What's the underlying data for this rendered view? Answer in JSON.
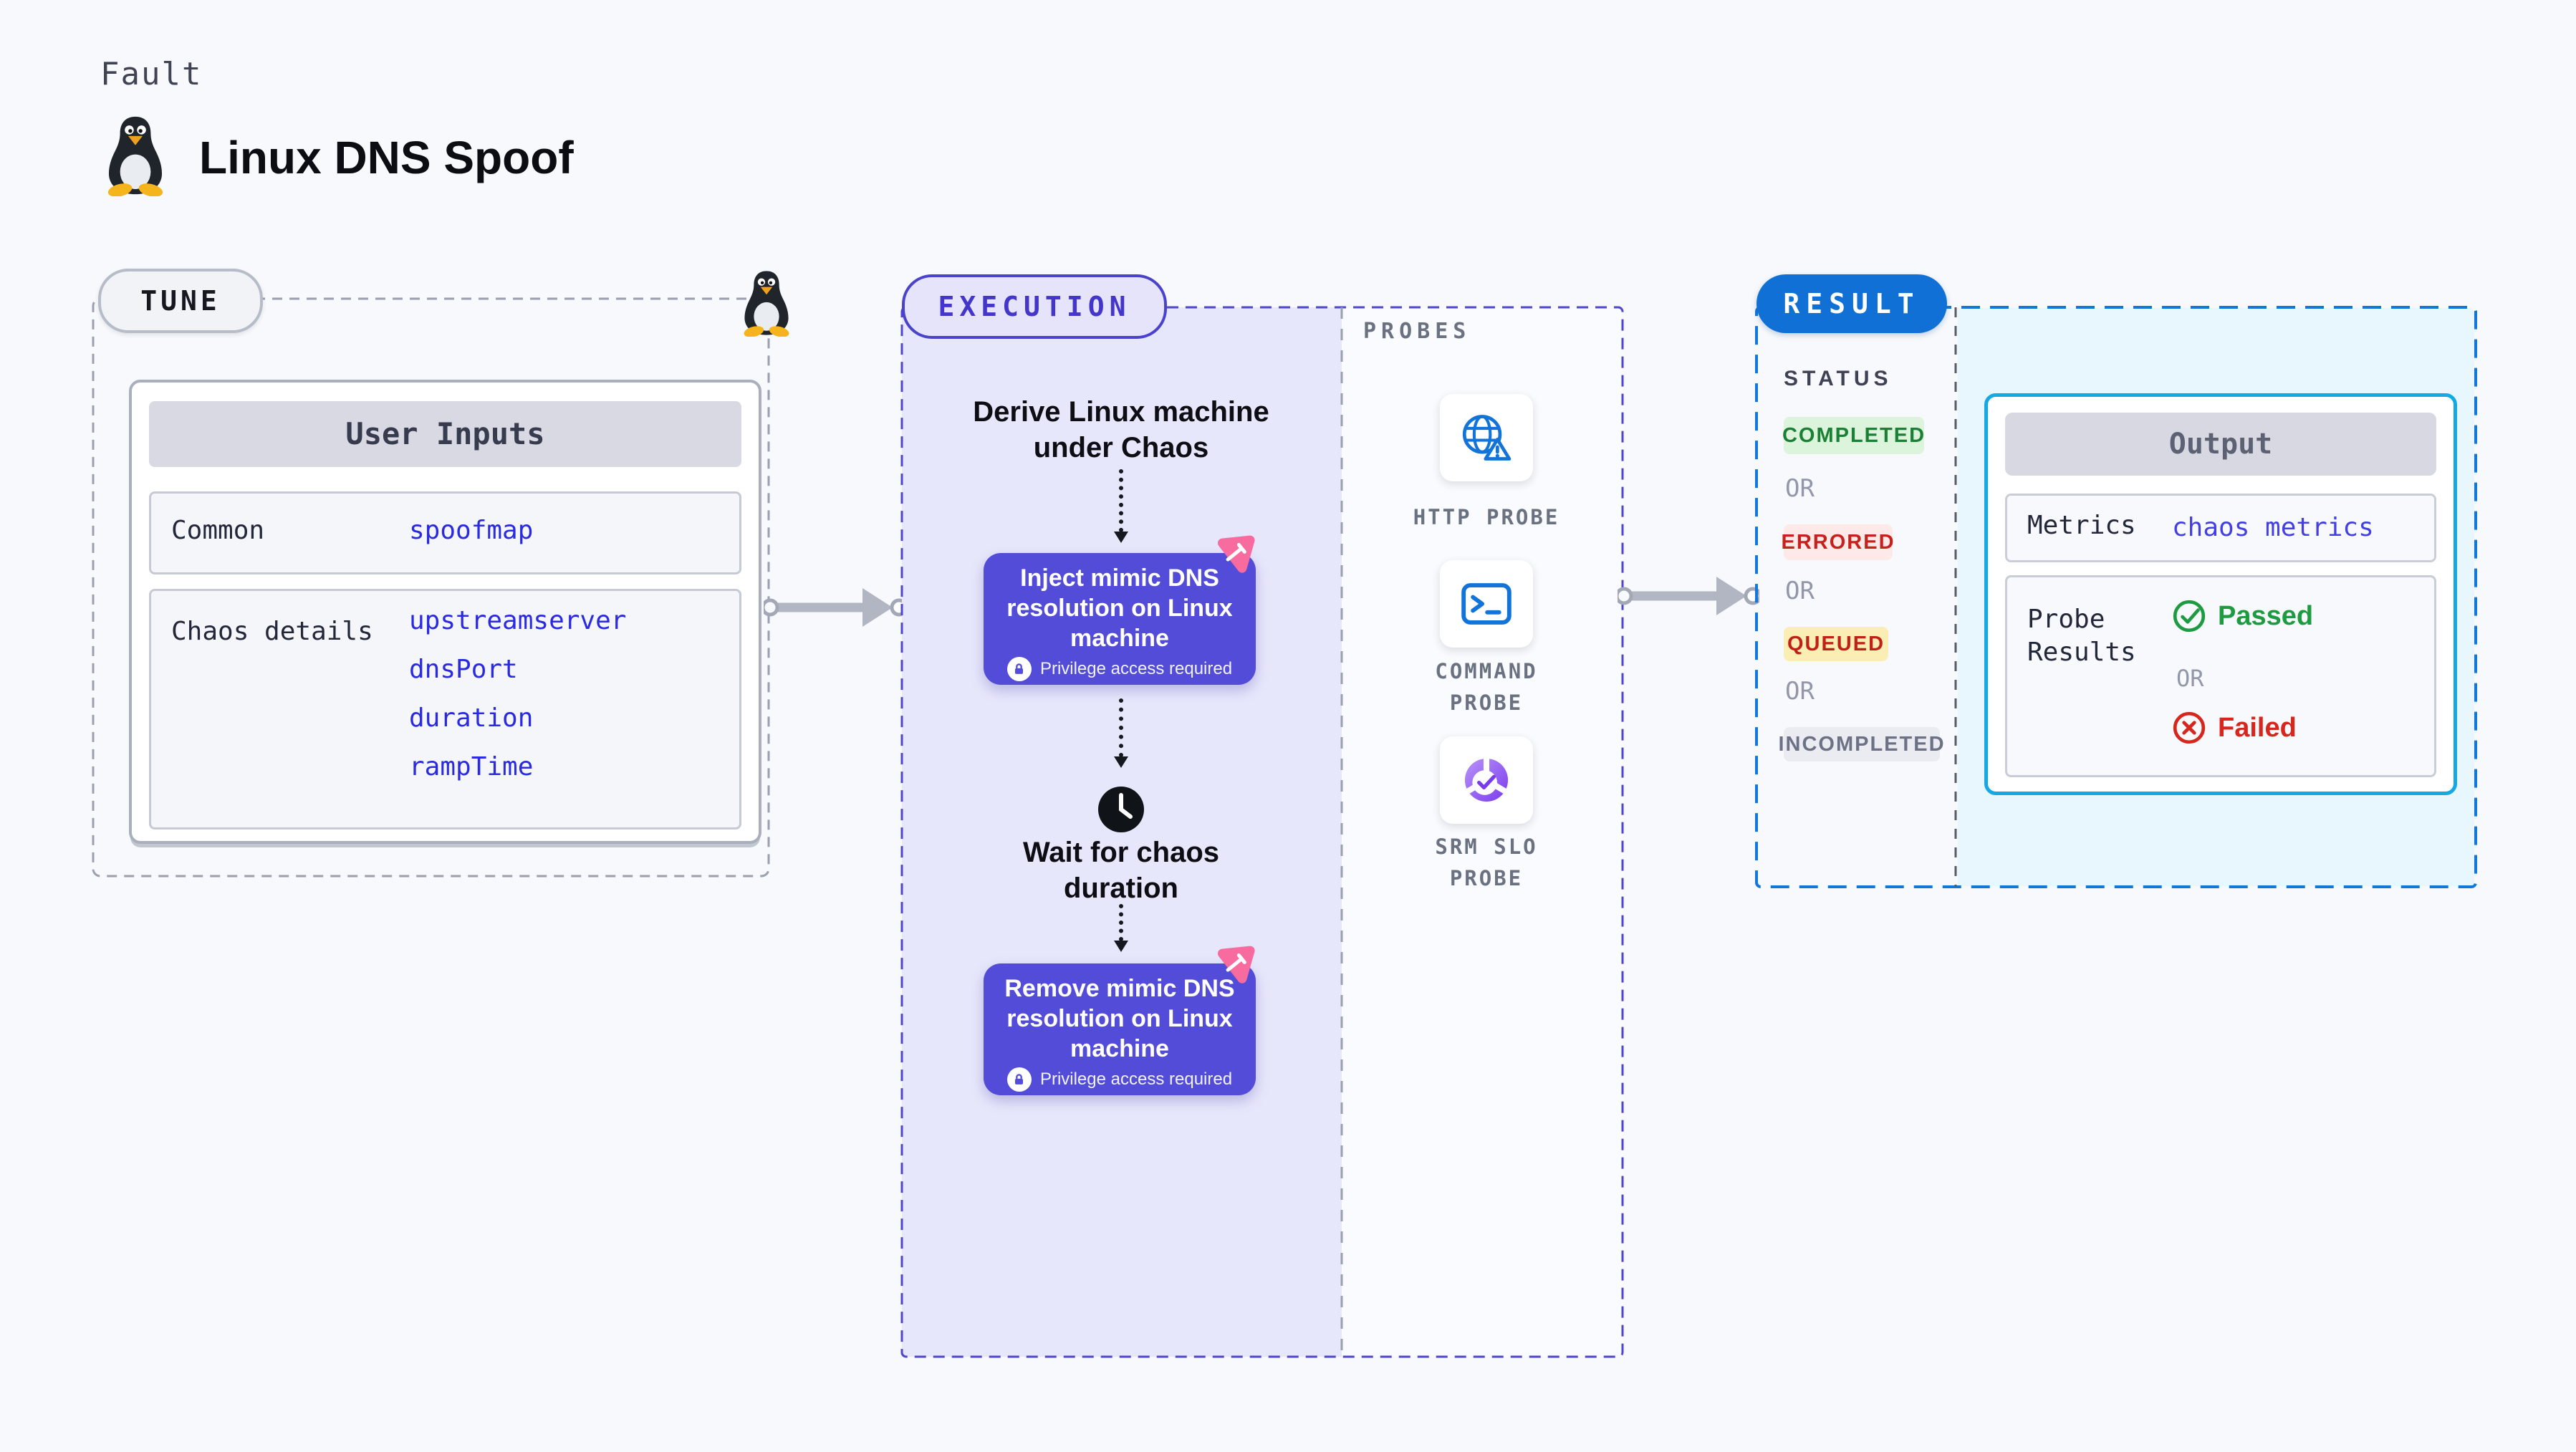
{
  "page": {
    "kicker": "Fault",
    "title": "Linux DNS Spoof"
  },
  "tune": {
    "label": "TUNE",
    "table": {
      "title": "User Inputs",
      "rows": [
        {
          "label": "Common",
          "values": [
            "spoofmap"
          ]
        },
        {
          "label": "Chaos details",
          "values": [
            "upstreamserver",
            "dnsPort",
            "duration",
            "rampTime"
          ]
        }
      ]
    }
  },
  "execution": {
    "label": "EXECUTION",
    "steps": {
      "derive": "Derive Linux machine under Chaos",
      "inject": "Inject mimic DNS resolution on Linux machine",
      "privilege": "Privilege access required",
      "wait": "Wait for chaos duration",
      "remove": "Remove mimic DNS resolution on Linux machine"
    },
    "probes": {
      "label": "PROBES",
      "items": [
        {
          "label": "HTTP PROBE",
          "icon": "globe-alert-icon"
        },
        {
          "label": "COMMAND PROBE",
          "icon": "terminal-icon"
        },
        {
          "label": "SRM SLO PROBE",
          "icon": "slo-donut-icon"
        }
      ]
    }
  },
  "result": {
    "label": "RESULT",
    "status_label": "STATUS",
    "or_label": "OR",
    "statuses": [
      {
        "label": "COMPLETED",
        "bg": "#dcf3dc",
        "fg": "#1a8033"
      },
      {
        "label": "ERRORED",
        "bg": "#fdeae8",
        "fg": "#c5221f"
      },
      {
        "label": "QUEUED",
        "bg": "#fbeeb5",
        "fg": "#bf2017"
      },
      {
        "label": "INCOMPLETED",
        "bg": "#ebecf2",
        "fg": "#6c7186"
      }
    ],
    "output": {
      "title": "Output",
      "metrics_label": "Metrics",
      "metrics_value": "chaos metrics",
      "probe_results_label": "Probe Results",
      "passed_label": "Passed",
      "failed_label": "Failed"
    }
  },
  "colors": {
    "page_bg": "#f8f9fc",
    "tune_border": "#9aa0ad",
    "execution_accent": "#4f46cd",
    "execution_bg": "#e7e7fb",
    "step_box_indigo": "#534cd8",
    "step_badge_pink": "#f76b9e",
    "probe_icon_blue": "#1273d8",
    "result_accent": "#1177d8",
    "result_bg": "#e8f6fd",
    "output_border": "#14a9e4",
    "input_value_blue": "#2a2ae0",
    "metrics_blue": "#4340e3",
    "passed_green": "#1d9b40",
    "failed_red": "#d7261d",
    "arrow_gray": "#b2b6c2"
  }
}
